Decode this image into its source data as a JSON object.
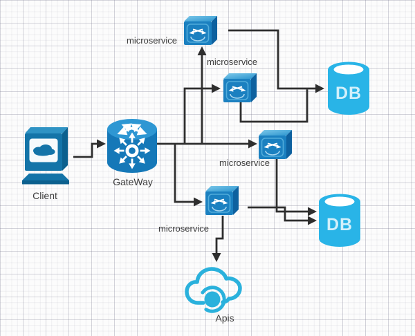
{
  "diagram": {
    "type": "architecture-flow",
    "nodes": [
      {
        "id": "client",
        "label": "Client",
        "icon": "terminal-icon"
      },
      {
        "id": "gateway",
        "label": "GateWay",
        "icon": "router-icon"
      },
      {
        "id": "ms1",
        "label": "microservice",
        "icon": "service-cube-icon"
      },
      {
        "id": "ms2",
        "label": "microservice",
        "icon": "service-cube-icon"
      },
      {
        "id": "ms3",
        "label": "microservice",
        "icon": "service-cube-icon"
      },
      {
        "id": "ms4",
        "label": "microservice",
        "icon": "service-cube-icon"
      },
      {
        "id": "db1",
        "label": "DB",
        "icon": "database-icon"
      },
      {
        "id": "db2",
        "label": "DB",
        "icon": "database-icon"
      },
      {
        "id": "apis",
        "label": "Apis",
        "icon": "cloud-icon"
      }
    ],
    "edges": [
      {
        "from": "client",
        "to": "gateway"
      },
      {
        "from": "gateway",
        "to": "ms1"
      },
      {
        "from": "gateway",
        "to": "ms2"
      },
      {
        "from": "gateway",
        "to": "ms3"
      },
      {
        "from": "gateway",
        "to": "ms4"
      },
      {
        "from": "ms1",
        "to": "db1"
      },
      {
        "from": "ms2",
        "to": "db1"
      },
      {
        "from": "ms3",
        "to": "db2"
      },
      {
        "from": "ms4",
        "to": "db2"
      },
      {
        "from": "ms4",
        "to": "apis"
      }
    ],
    "colors": {
      "steel_blue": "#1578b4",
      "cube_blue": "#1b80c0",
      "db_cyan": "#29b4e7",
      "cloud_cyan": "#2ab1dc",
      "connector": "#2e2e2e",
      "label_text": "#3d3d3d",
      "db_text": "#d2f0fb"
    }
  }
}
